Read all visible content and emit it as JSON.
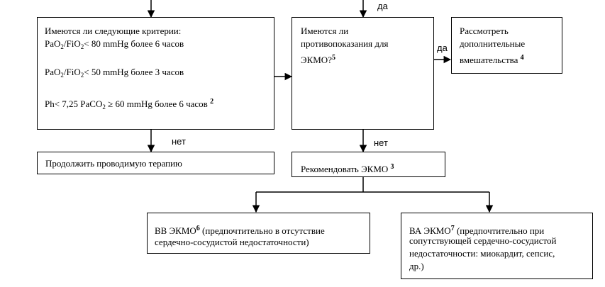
{
  "criteria": {
    "title": "Имеются ли следующие критерии:",
    "c1_a": "PaO",
    "c1_b": "2",
    "c1_c": "/FiO",
    "c1_d": "2",
    "c1_e": "< 80 mmHg более 6 часов",
    "c2_a": "PaO",
    "c2_b": "2",
    "c2_c": "/FiO",
    "c2_d": "2",
    "c2_e": "< 50 mmHg более 3 часов",
    "c3_a": "Ph< 7,25 PaCO",
    "c3_b": "2",
    "c3_c": " ≥ 60 mmHg более 6 часов ",
    "c3_sup": "2"
  },
  "contra": {
    "line1": "Имеются ли",
    "line2": "противопоказания для",
    "line3": "ЭКМО?",
    "sup": "5"
  },
  "consider": {
    "line1": "Рассмотреть",
    "line2": "дополнительные",
    "line3": "вмешательства ",
    "sup": "4"
  },
  "continue_therapy": "Продолжить проводимую терапию",
  "recommend": {
    "text": "Рекомендовать ЭКМО ",
    "sup": "3"
  },
  "vv": {
    "prefix": "ВВ ЭКМО",
    "sup": "6",
    "line1_rest": " (предпочтительно в отсутствие",
    "line2": "сердечно-сосудистой недостаточности)"
  },
  "va": {
    "prefix": "ВА ЭКМО",
    "sup": "7",
    "line1_rest": " (предпочтительно при",
    "line2": "сопутствующей сердечно-сосудистой",
    "line3": "недостаточности: миокардит, сепсис,",
    "line4": "др.)"
  },
  "labels": {
    "yes_top": "да",
    "yes_right": "да",
    "no_left": "нет",
    "no_mid": "нет"
  }
}
